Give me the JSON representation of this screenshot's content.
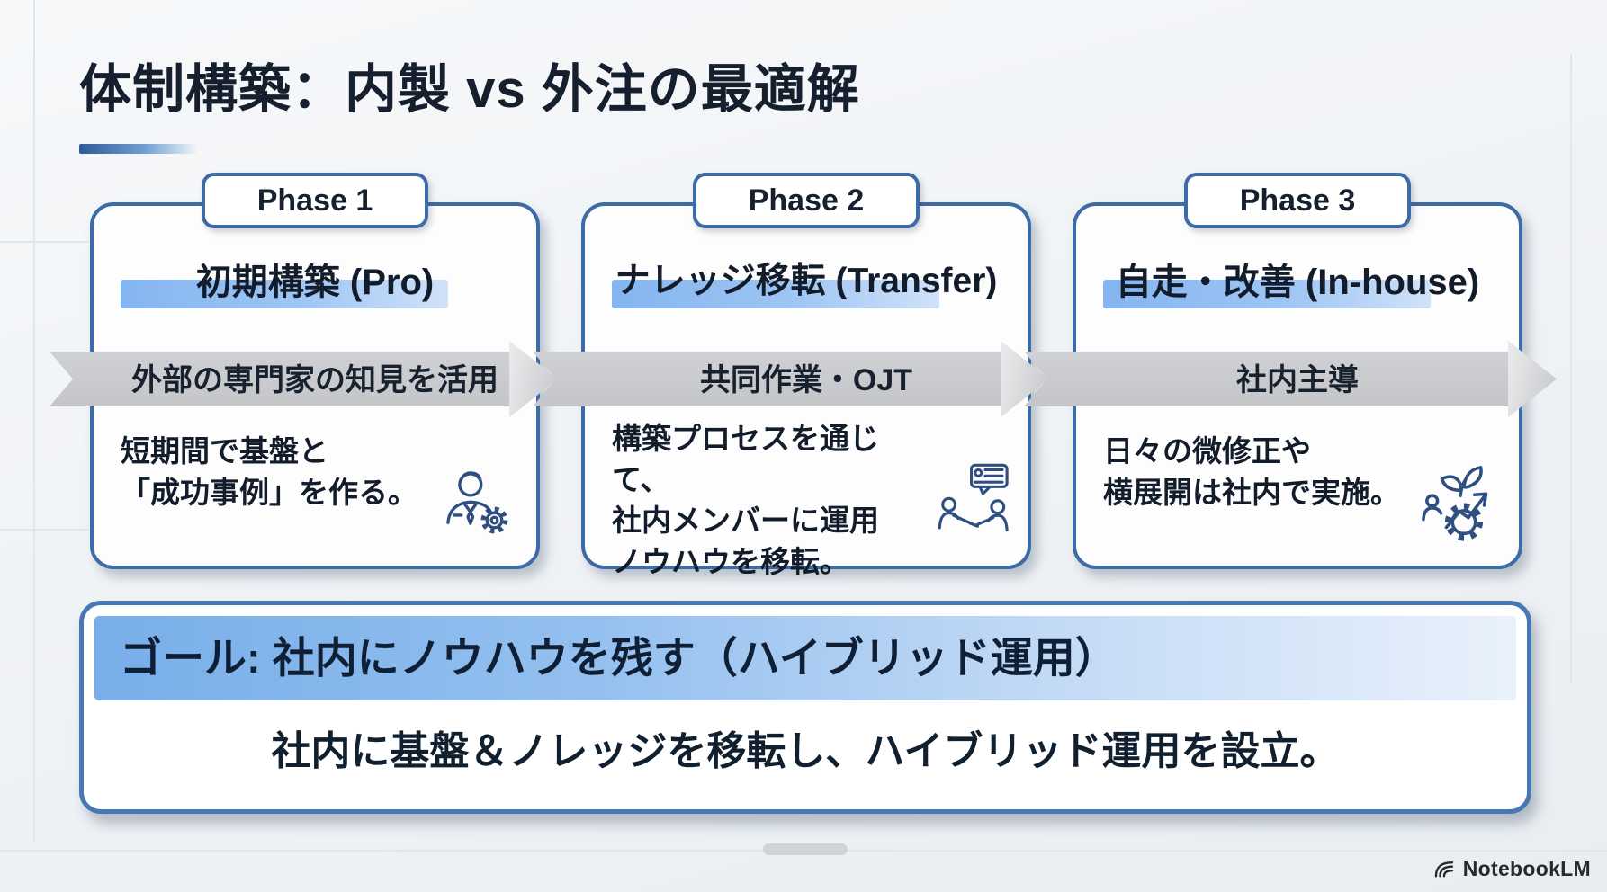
{
  "slide": {
    "title": "体制構築：内製 vs 外注の最適解",
    "watermark": "NotebookLM"
  },
  "phases": [
    {
      "tab": "Phase 1",
      "title": "初期構築 (Pro)",
      "arrow_label": "外部の専門家の知見を活用",
      "body": "短期間で基盤と\n「成功事例」を作る。",
      "icon": "consultant-gear-icon"
    },
    {
      "tab": "Phase 2",
      "title": "ナレッジ移転 (Transfer)",
      "arrow_label": "共同作業・OJT",
      "body": "構築プロセスを通じて、\n社内メンバーに運用\nノウハウを移転。",
      "icon": "handshake-knowledge-icon"
    },
    {
      "tab": "Phase 3",
      "title": "自走・改善 (In-house)",
      "arrow_label": "社内主導",
      "body": "日々の微修正や\n横展開は社内で実施。",
      "icon": "growth-gear-icon"
    }
  ],
  "goal": {
    "header": "ゴール: 社内にノウハウを残す（ハイブリッド運用）",
    "body": "社内に基盤＆ノレッジを移転し、ハイブリッド運用を設立。"
  },
  "colors": {
    "card_border_blue": "#3d6ba6",
    "highlight_blue": "#6fa8ee",
    "band_gray": "#c8c9cc",
    "goal_header_blue": "#78aee9",
    "text_navy": "#141e2c"
  }
}
